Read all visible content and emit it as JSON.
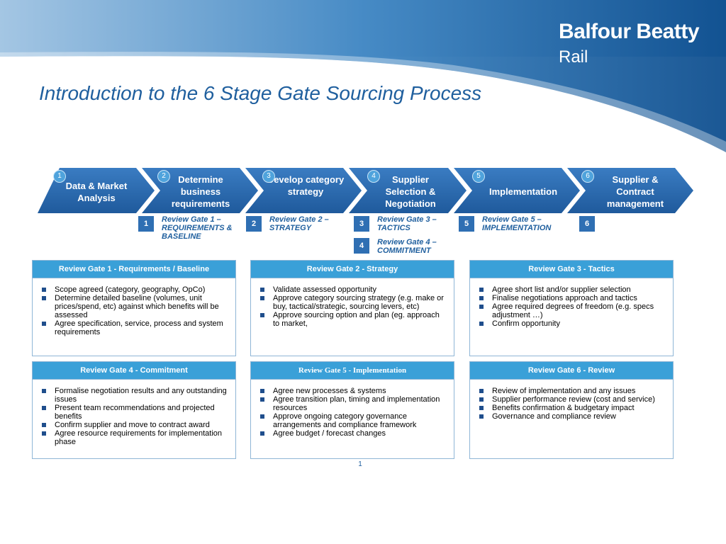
{
  "brand": {
    "name": "Balfour Beatty",
    "division": "Rail"
  },
  "title": "Introduction to the 6 Stage Gate Sourcing Process",
  "stages": [
    {
      "num": "1",
      "label": "Data & Market Analysis"
    },
    {
      "num": "2",
      "label": "Determine business requirements"
    },
    {
      "num": "3",
      "label": "Develop category strategy"
    },
    {
      "num": "4",
      "label": "Supplier Selection & Negotiation"
    },
    {
      "num": "5",
      "label": "Implementation"
    },
    {
      "num": "6",
      "label": "Supplier & Contract management"
    }
  ],
  "gates": [
    {
      "num": "1",
      "label": "Review Gate 1 – REQUIREMENTS & BASELINE"
    },
    {
      "num": "2",
      "label": "Review Gate 2 – STRATEGY"
    },
    {
      "num": "3",
      "label": "Review Gate 3 – TACTICS"
    },
    {
      "num": "4",
      "label": "Review Gate 4 – COMMITMENT"
    },
    {
      "num": "5",
      "label": "Review Gate 5 – IMPLEMENTATION"
    },
    {
      "num": "6",
      "label": ""
    }
  ],
  "panels": [
    {
      "title": "Review Gate 1 - Requirements / Baseline",
      "items": [
        "Scope agreed (category, geography, OpCo)",
        "Determine detailed baseline (volumes, unit prices/spend, etc) against which benefits will be assessed",
        "Agree specification, service, process and system requirements"
      ]
    },
    {
      "title": "Review Gate 2 - Strategy",
      "items": [
        "Validate assessed opportunity",
        "Approve category sourcing strategy (e.g. make or buy, tactical/strategic, sourcing levers, etc)",
        "Approve sourcing option and plan (eg. approach to market,"
      ]
    },
    {
      "title": "Review Gate 3 - Tactics",
      "items": [
        "Agree short list and/or supplier selection",
        "Finalise negotiations approach and tactics",
        "Agree required degrees of freedom (e.g. specs adjustment …)",
        "Confirm opportunity"
      ]
    },
    {
      "title": "Review Gate 4 - Commitment",
      "items": [
        "Formalise negotiation results and any outstanding issues",
        "Present team recommendations and projected benefits",
        "Confirm supplier and move to contract award",
        "Agree resource requirements for implementation phase"
      ]
    },
    {
      "title": "Review Gate 5 - Implementation",
      "items": [
        "Agree new processes & systems",
        "Agree transition plan, timing and implementation resources",
        "Approve ongoing category governance arrangements and compliance framework",
        "Agree budget / forecast changes"
      ]
    },
    {
      "title": "Review Gate 6 - Review",
      "items": [
        "Review of implementation and any issues",
        "Supplier performance review (cost and service)",
        "Benefits confirmation & budgetary impact",
        "Governance and compliance review"
      ]
    }
  ],
  "page_number": "1",
  "colors": {
    "title": "#1f5f9e",
    "chevron": "#2d6bb0",
    "panel_header": "#3aa0d8",
    "gate_box": "#2f6fb3"
  }
}
